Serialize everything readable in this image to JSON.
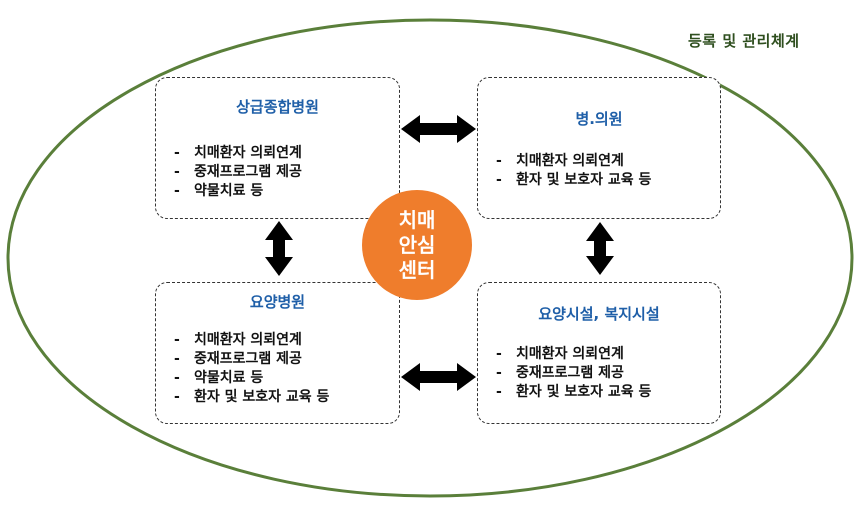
{
  "frame": {
    "title": "등록 및 관리체계"
  },
  "center": {
    "label": "치매\n안심\n센터",
    "color": "#ef7d2c"
  },
  "boxes": [
    {
      "title": "상급종합병원",
      "items": [
        "치매환자 의뢰연계",
        "중재프로그램 제공",
        "약물치료 등"
      ]
    },
    {
      "title": "병.의원",
      "items": [
        "치매환자 의뢰연계",
        "환자 및 보호자 교육 등"
      ]
    },
    {
      "title": "요양병원",
      "items": [
        "치매환자 의뢰연계",
        "중재프로그램 제공",
        "약물치료 등",
        "환자 및 보호자 교육 등"
      ]
    },
    {
      "title": "요양시설, 복지시설",
      "items": [
        "치매환자 의뢰연계",
        "중재프로그램 제공",
        "환자 및 보호자 교육 등"
      ]
    }
  ],
  "colors": {
    "ellipse": "#5a7f3a",
    "title": "#1f5fa8",
    "frameTitle": "#2f4f1f"
  }
}
